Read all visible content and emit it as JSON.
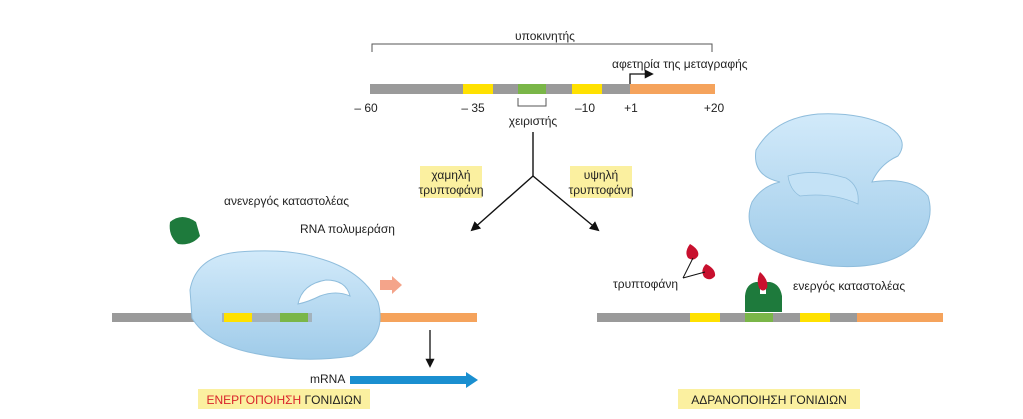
{
  "promoter": {
    "label": "υποκινητής",
    "start_label": "αφετηρία της μεταγραφής",
    "positions": [
      "– 60",
      "– 35",
      "–10",
      "+1",
      "+20"
    ],
    "operator_label": "χειριστής"
  },
  "conditions": {
    "low": [
      "χαμηλή",
      "τρυπτοφάνη"
    ],
    "high": [
      "υψηλή",
      "τρυπτοφάνη"
    ]
  },
  "left_panel": {
    "inactive_repressor_label": "ανενεργός καταστολέας",
    "rna_polymerase_label": "RNA πολυμεράση",
    "mrna_label": "mRNA",
    "caption_red": "ΕΝΕΡΓΟΠΟΙΗΣΗ",
    "caption_black": " ΓΟΝΙΔΙΩΝ"
  },
  "right_panel": {
    "tryptophan_label": "τρυπτοφάνη",
    "active_repressor_label": "ενεργός καταστολέας",
    "caption": "ΑΔΡΑΝΟΠΟΙΗΣΗ ΓΟΝΙΔΙΩΝ"
  },
  "colors": {
    "dna_gray": "#9a9a9a",
    "box_yellow": "#ffe100",
    "operator_green": "#7ab648",
    "transcribed_orange": "#f5a35c",
    "polymerase_blue": "#aed6f0",
    "repressor_green": "#1e7a3c",
    "tryptophan_red": "#c8102e",
    "mrna_blue": "#1a8fd0",
    "caption_bg": "#fbf0a0",
    "caption_red": "#d8232a"
  }
}
